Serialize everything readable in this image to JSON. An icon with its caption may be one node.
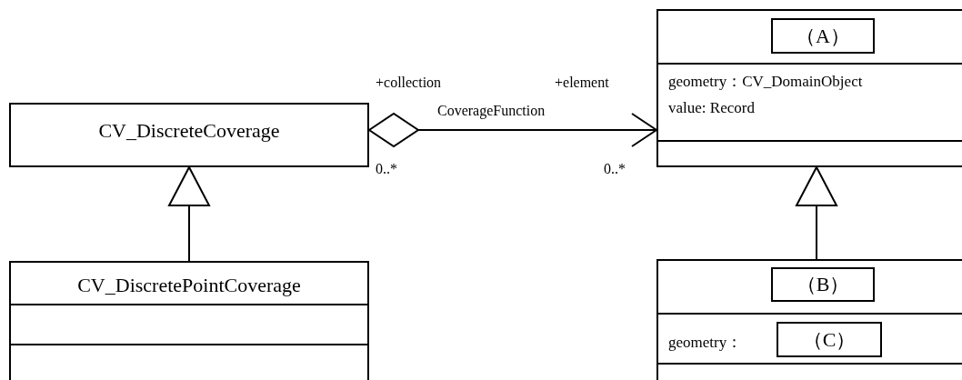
{
  "diagram": {
    "nodes": [
      {
        "text": [
          "CV_DiscreteCoverage"
        ]
      },
      {
        "text": [
          "CV_DiscretePointCoverage"
        ]
      },
      {
        "text": [
          "geometry：CV_DomainObject",
          "value: Record"
        ]
      },
      {
        "text": [
          "（A）"
        ],
        "in": 2
      },
      {
        "text": [
          "geometry："
        ]
      },
      {
        "text": [
          "（B）"
        ],
        "in": 4
      },
      {
        "text": [
          "（C）"
        ],
        "in": 4
      }
    ],
    "edges": [
      {
        "from": 0,
        "to": 2,
        "arrow": "to",
        "label": "CoverageFunction"
      },
      {
        "from": 1,
        "to": 0,
        "arrow": "to"
      },
      {
        "from": 4,
        "to": 2,
        "arrow": "to"
      }
    ],
    "labels": [
      "+collection",
      "+element",
      "0..*",
      "0..*"
    ]
  }
}
